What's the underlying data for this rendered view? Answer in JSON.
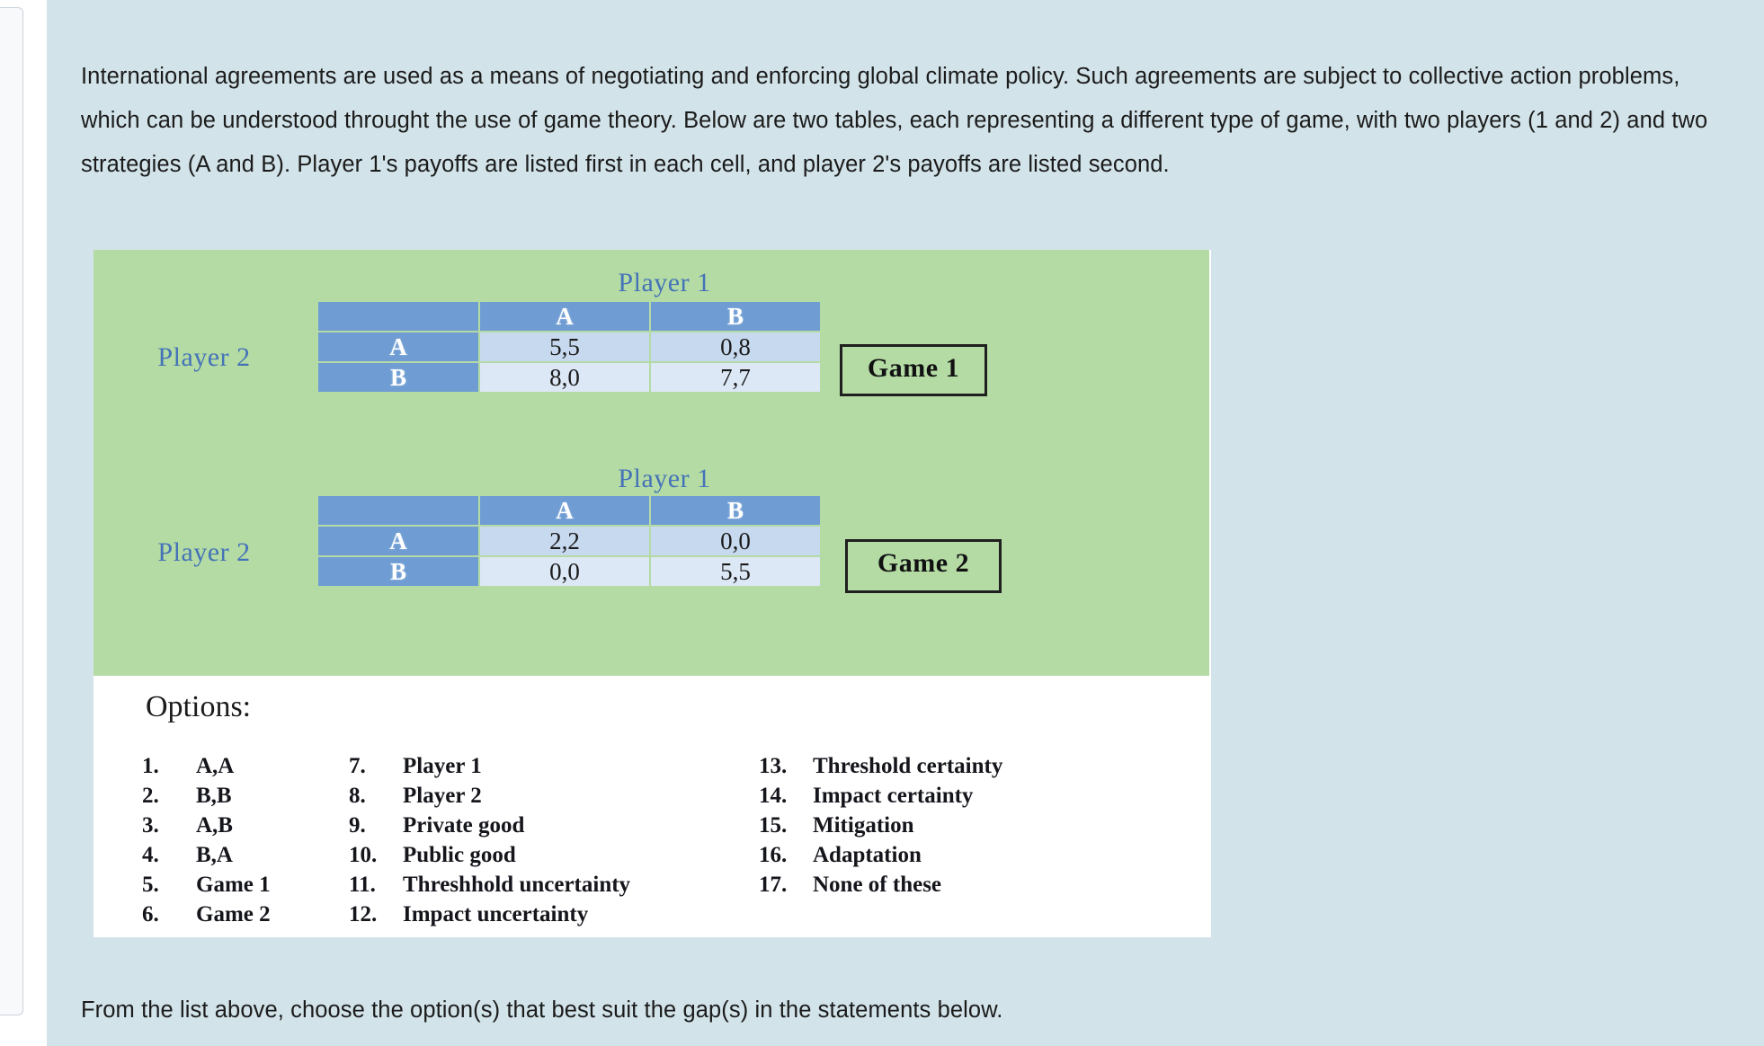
{
  "intro": {
    "paragraph": "International agreements are used as a means of negotiating and enforcing global climate policy. Such agreements are subject to collective action problems, which can be understood throught the use of game theory. Below are two tables, each representing a different type of game, with two players (1 and 2) and two strategies (A and B). Player 1's payoffs are listed first in each cell, and player 2's payoffs are listed second."
  },
  "figure": {
    "games": [
      {
        "name": "Game 1",
        "column_player_label": "Player 1",
        "row_player_label": "Player 2",
        "column_headers": [
          "A",
          "B"
        ],
        "row_headers": [
          "A",
          "B"
        ],
        "cells": [
          [
            "5,5",
            "0,8"
          ],
          [
            "8,0",
            "7,7"
          ]
        ]
      },
      {
        "name": "Game 2",
        "column_player_label": "Player 1",
        "row_player_label": "Player 2",
        "column_headers": [
          "A",
          "B"
        ],
        "row_headers": [
          "A",
          "B"
        ],
        "cells": [
          [
            "2,2",
            "0,0"
          ],
          [
            "0,0",
            "5,5"
          ]
        ]
      }
    ],
    "options": {
      "title": "Options:",
      "columns": [
        [
          {
            "num": "1.",
            "label": "A,A"
          },
          {
            "num": "2.",
            "label": "B,B"
          },
          {
            "num": "3.",
            "label": "A,B"
          },
          {
            "num": "4.",
            "label": "B,A"
          },
          {
            "num": "5.",
            "label": "Game 1"
          },
          {
            "num": "6.",
            "label": "Game 2"
          }
        ],
        [
          {
            "num": "7.",
            "label": "Player 1"
          },
          {
            "num": "8.",
            "label": "Player 2"
          },
          {
            "num": "9.",
            "label": "Private good"
          },
          {
            "num": "10.",
            "label": "Public good"
          },
          {
            "num": "11.",
            "label": "Threshhold uncertainty"
          },
          {
            "num": "12.",
            "label": "Impact uncertainty"
          }
        ],
        [
          {
            "num": "13.",
            "label": "Threshold certainty"
          },
          {
            "num": "14.",
            "label": "Impact certainty"
          },
          {
            "num": "15.",
            "label": "Mitigation"
          },
          {
            "num": "16.",
            "label": "Adaptation"
          },
          {
            "num": "17.",
            "label": "None of these"
          }
        ]
      ]
    }
  },
  "bottom": {
    "instruction": "From the list above, choose the option(s) that best suit the gap(s) in the statements below."
  },
  "left_panel": {
    "glyph": "⋮"
  },
  "colors": {
    "page_background": "#d2e3e9",
    "panel_green": "#b4dba4",
    "panel_white": "#ffffff",
    "table_header_blue": "#6f9dd3",
    "table_row_a": "#c6d9ee",
    "table_row_b": "#dde8f6",
    "label_blue": "#4573b8",
    "text_dark": "#1b1b1b"
  }
}
